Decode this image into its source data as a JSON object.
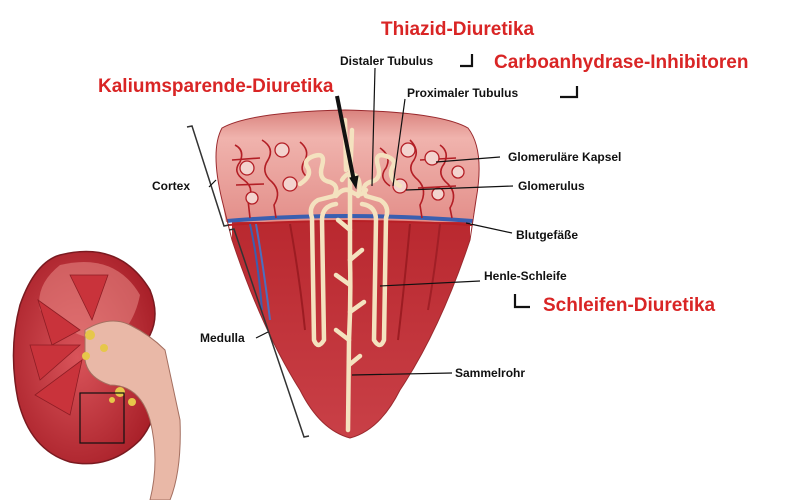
{
  "drugs": {
    "thiazide": "Thiazid-Diuretika",
    "carbonic_anhydrase": "Carboanhydrase-Inhibitoren",
    "potassium_sparing": "Kaliumsparende-Diuretika",
    "loop": "Schleifen-Diuretika"
  },
  "labels": {
    "distal_tubule": "Distaler Tubulus",
    "proximal_tubule": "Proximaler Tubulus",
    "glomerular_capsule": "Glomeruläre Kapsel",
    "glomerulus": "Glomerulus",
    "blood_vessels": "Blutgefäße",
    "loop_of_henle": "Henle-Schleife",
    "collecting_duct": "Sammelrohr",
    "cortex": "Cortex",
    "medulla": "Medulla"
  },
  "colors": {
    "drug_label": "#d92525",
    "cortex": "#e79a96",
    "medulla": "#c3353a",
    "tubule": "#f4e2bf",
    "vein": "#3a5fb0",
    "artery": "#b81f25"
  }
}
